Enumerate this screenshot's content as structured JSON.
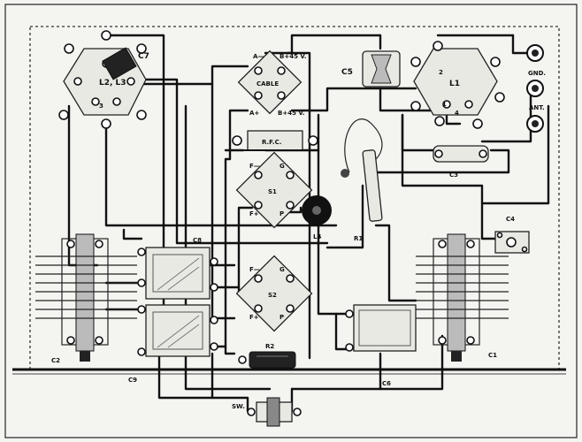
{
  "labels": {
    "l2l3": "L2, L3",
    "c7": "C7",
    "cable": "CABLE",
    "a_minus": "A—",
    "a_plus": "A+",
    "b_plus_45_v": "B+45 V.",
    "b_plus_45_v_low": "B+45 V.",
    "c5": "C5",
    "l1": "L1",
    "gnd": "GND.",
    "ant": "ANT.",
    "rfc": "R.F.C.",
    "c3": "C3",
    "f_minus_1": "F—",
    "g1": "G",
    "s1": "S1",
    "f_plus_1": "F+",
    "p1": "P",
    "l4": "L4",
    "r1": "R1",
    "c4": "C4",
    "c8": "C8",
    "f_minus_2": "F—",
    "g2": "G",
    "s2": "S2",
    "f_plus_2": "F+",
    "p2": "P",
    "r2": "R2",
    "c2": "C2",
    "c9": "C9",
    "c6": "C6",
    "c1": "C1",
    "sw": "SW.",
    "pin1": "1",
    "pin2": "2",
    "pin3": "3",
    "pin4": "4"
  },
  "colors": {
    "ink": "#111111",
    "paper": "#f4f4f1"
  }
}
